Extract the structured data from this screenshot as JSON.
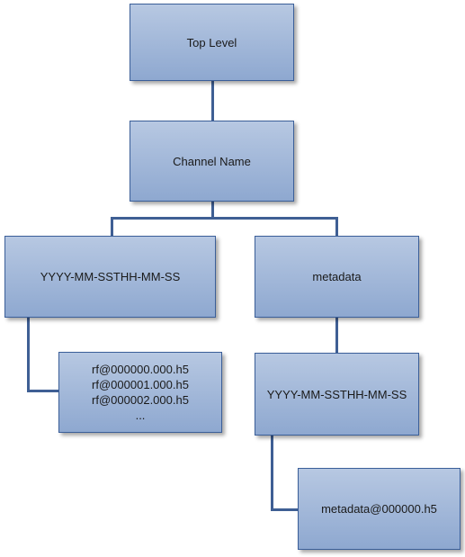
{
  "diagram": {
    "nodes": {
      "top_level": {
        "label": "Top Level"
      },
      "channel_name": {
        "label": "Channel Name"
      },
      "date_dir_left": {
        "label": "YYYY-MM-SSTHH-MM-SS"
      },
      "metadata": {
        "label": "metadata"
      },
      "rf_files": {
        "lines": [
          "rf@000000.000.h5",
          "rf@000001.000.h5",
          "rf@000002.000.h5",
          "..."
        ]
      },
      "date_dir_right": {
        "label": "YYYY-MM-SSTHH-MM-SS"
      },
      "metadata_file": {
        "label": "metadata@000000.h5"
      }
    },
    "colors": {
      "node_fill_top": "#b7c8e2",
      "node_fill_bottom": "#8ea8d0",
      "node_border": "#3b5f99",
      "connector": "#3f5f94"
    }
  }
}
